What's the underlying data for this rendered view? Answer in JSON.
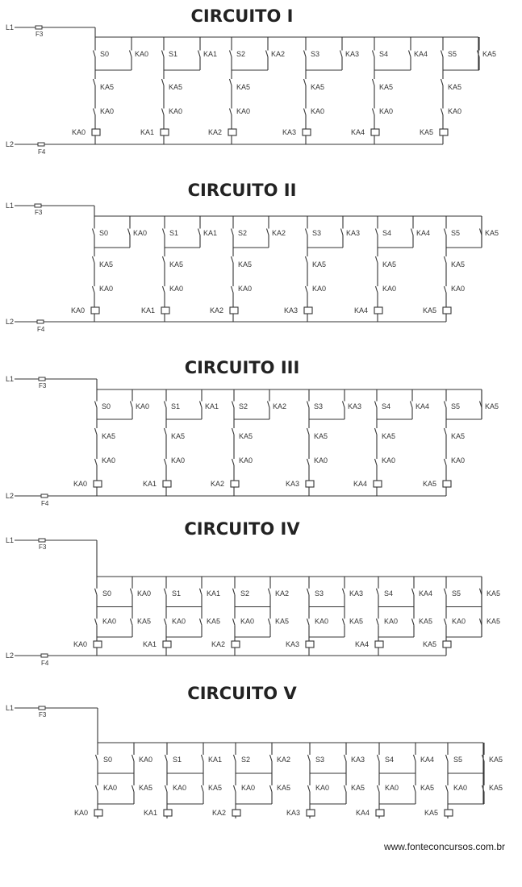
{
  "circuits": [
    {
      "title": "CIRCUITO I",
      "variant": "a"
    },
    {
      "title": "CIRCUITO II",
      "variant": "a"
    },
    {
      "title": "CIRCUITO III",
      "variant": "a"
    },
    {
      "title": "CIRCUITO IV",
      "variant": "b"
    },
    {
      "title": "CIRCUITO V",
      "variant": "c"
    }
  ],
  "line_labels": {
    "l1": "L1",
    "l2": "L2"
  },
  "fuse_labels": {
    "f3": "F3",
    "f4": "F4"
  },
  "buttons": [
    "S0",
    "S1",
    "S2",
    "S3",
    "S4",
    "S5"
  ],
  "contactors": [
    "KA0",
    "KA1",
    "KA2",
    "KA3",
    "KA4",
    "KA5"
  ],
  "interlock_contacts": [
    "KA5",
    "KA0"
  ],
  "footer": "www.fonteconcursos.com.br"
}
